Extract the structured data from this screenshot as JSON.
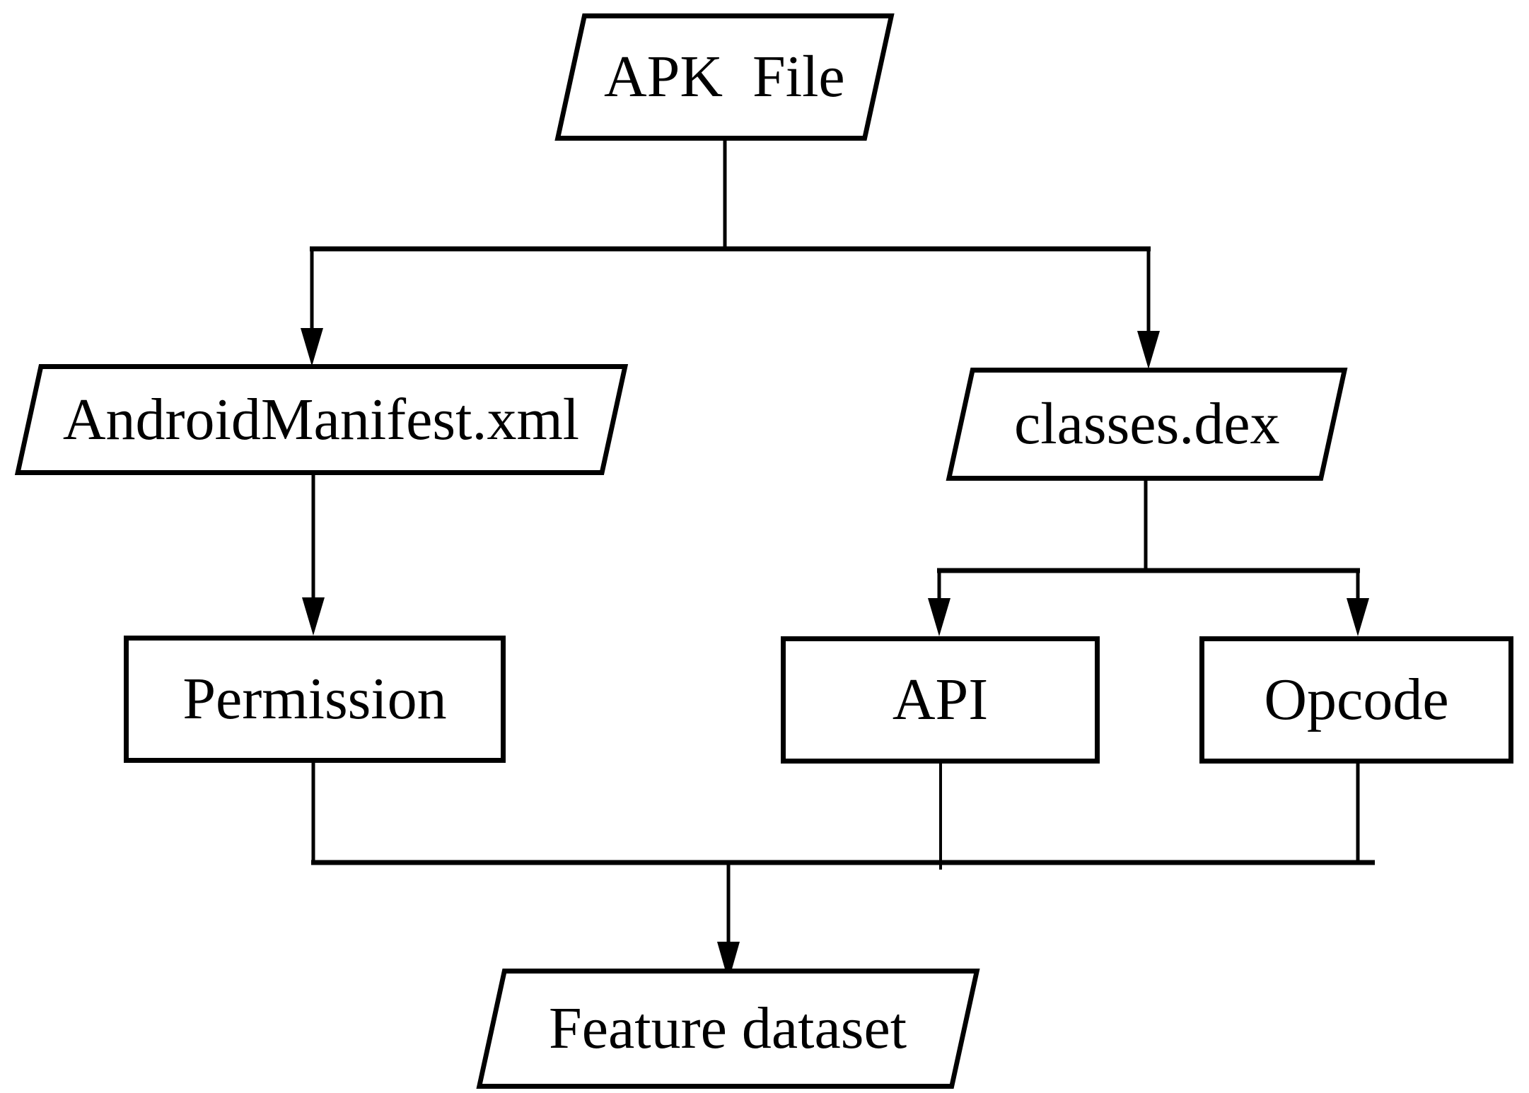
{
  "diagram": {
    "type": "flowchart",
    "colors": {
      "stroke": "#000000",
      "text": "#000000",
      "background": "#ffffff"
    },
    "nodes": {
      "apk_file": {
        "label": "APK  File",
        "shape": "parallelogram"
      },
      "android_manifest": {
        "label": "AndroidManifest.xml",
        "shape": "parallelogram"
      },
      "classes_dex": {
        "label": "classes.dex",
        "shape": "parallelogram"
      },
      "permission": {
        "label": "Permission",
        "shape": "rectangle"
      },
      "api": {
        "label": "API",
        "shape": "rectangle"
      },
      "opcode": {
        "label": "Opcode",
        "shape": "rectangle"
      },
      "feature_dataset": {
        "label": "Feature dataset",
        "shape": "parallelogram"
      }
    },
    "edges": [
      {
        "from": "apk_file",
        "to": "android_manifest"
      },
      {
        "from": "apk_file",
        "to": "classes_dex"
      },
      {
        "from": "android_manifest",
        "to": "permission"
      },
      {
        "from": "classes_dex",
        "to": "api"
      },
      {
        "from": "classes_dex",
        "to": "opcode"
      },
      {
        "from": "permission",
        "to": "feature_dataset"
      },
      {
        "from": "api",
        "to": "feature_dataset"
      },
      {
        "from": "opcode",
        "to": "feature_dataset"
      }
    ]
  }
}
